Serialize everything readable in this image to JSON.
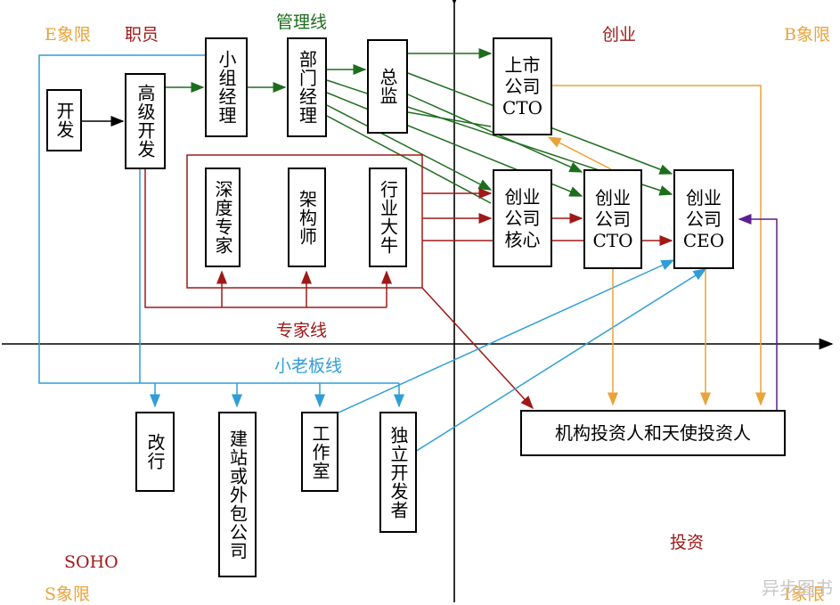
{
  "quadrants": {
    "e": "E象限",
    "b": "B象限",
    "s": "S象限",
    "i": "I象限"
  },
  "categories": {
    "employee": "职员",
    "startup": "创业",
    "soho": "SOHO",
    "investment": "投资"
  },
  "lines": {
    "management": "管理线",
    "expert": "专家线",
    "boss": "小老板线"
  },
  "nodes": {
    "dev": "开发",
    "senior_dev": "高级开发",
    "team_manager": "小组经理",
    "dept_manager": "部门经理",
    "director": "总监",
    "listed_cto": "上市公司CTO",
    "deep_expert": "深度专家",
    "architect": "架构师",
    "industry_expert": "行业大牛",
    "startup_core": "创业公司核心",
    "startup_cto": "创业公司CTO",
    "startup_ceo": "创业公司CEO",
    "career_change": "改行",
    "outsourcing": "建站或外包公司",
    "studio": "工作室",
    "indie_dev": "独立开发者",
    "investors": "机构投资人和天使投资人"
  },
  "colors": {
    "management": "#1d6d1d",
    "expert": "#a01818",
    "boss": "#2f9ed8",
    "investor": "#e8a33a",
    "special": "#5b1f8e"
  },
  "watermark": "异步图书"
}
